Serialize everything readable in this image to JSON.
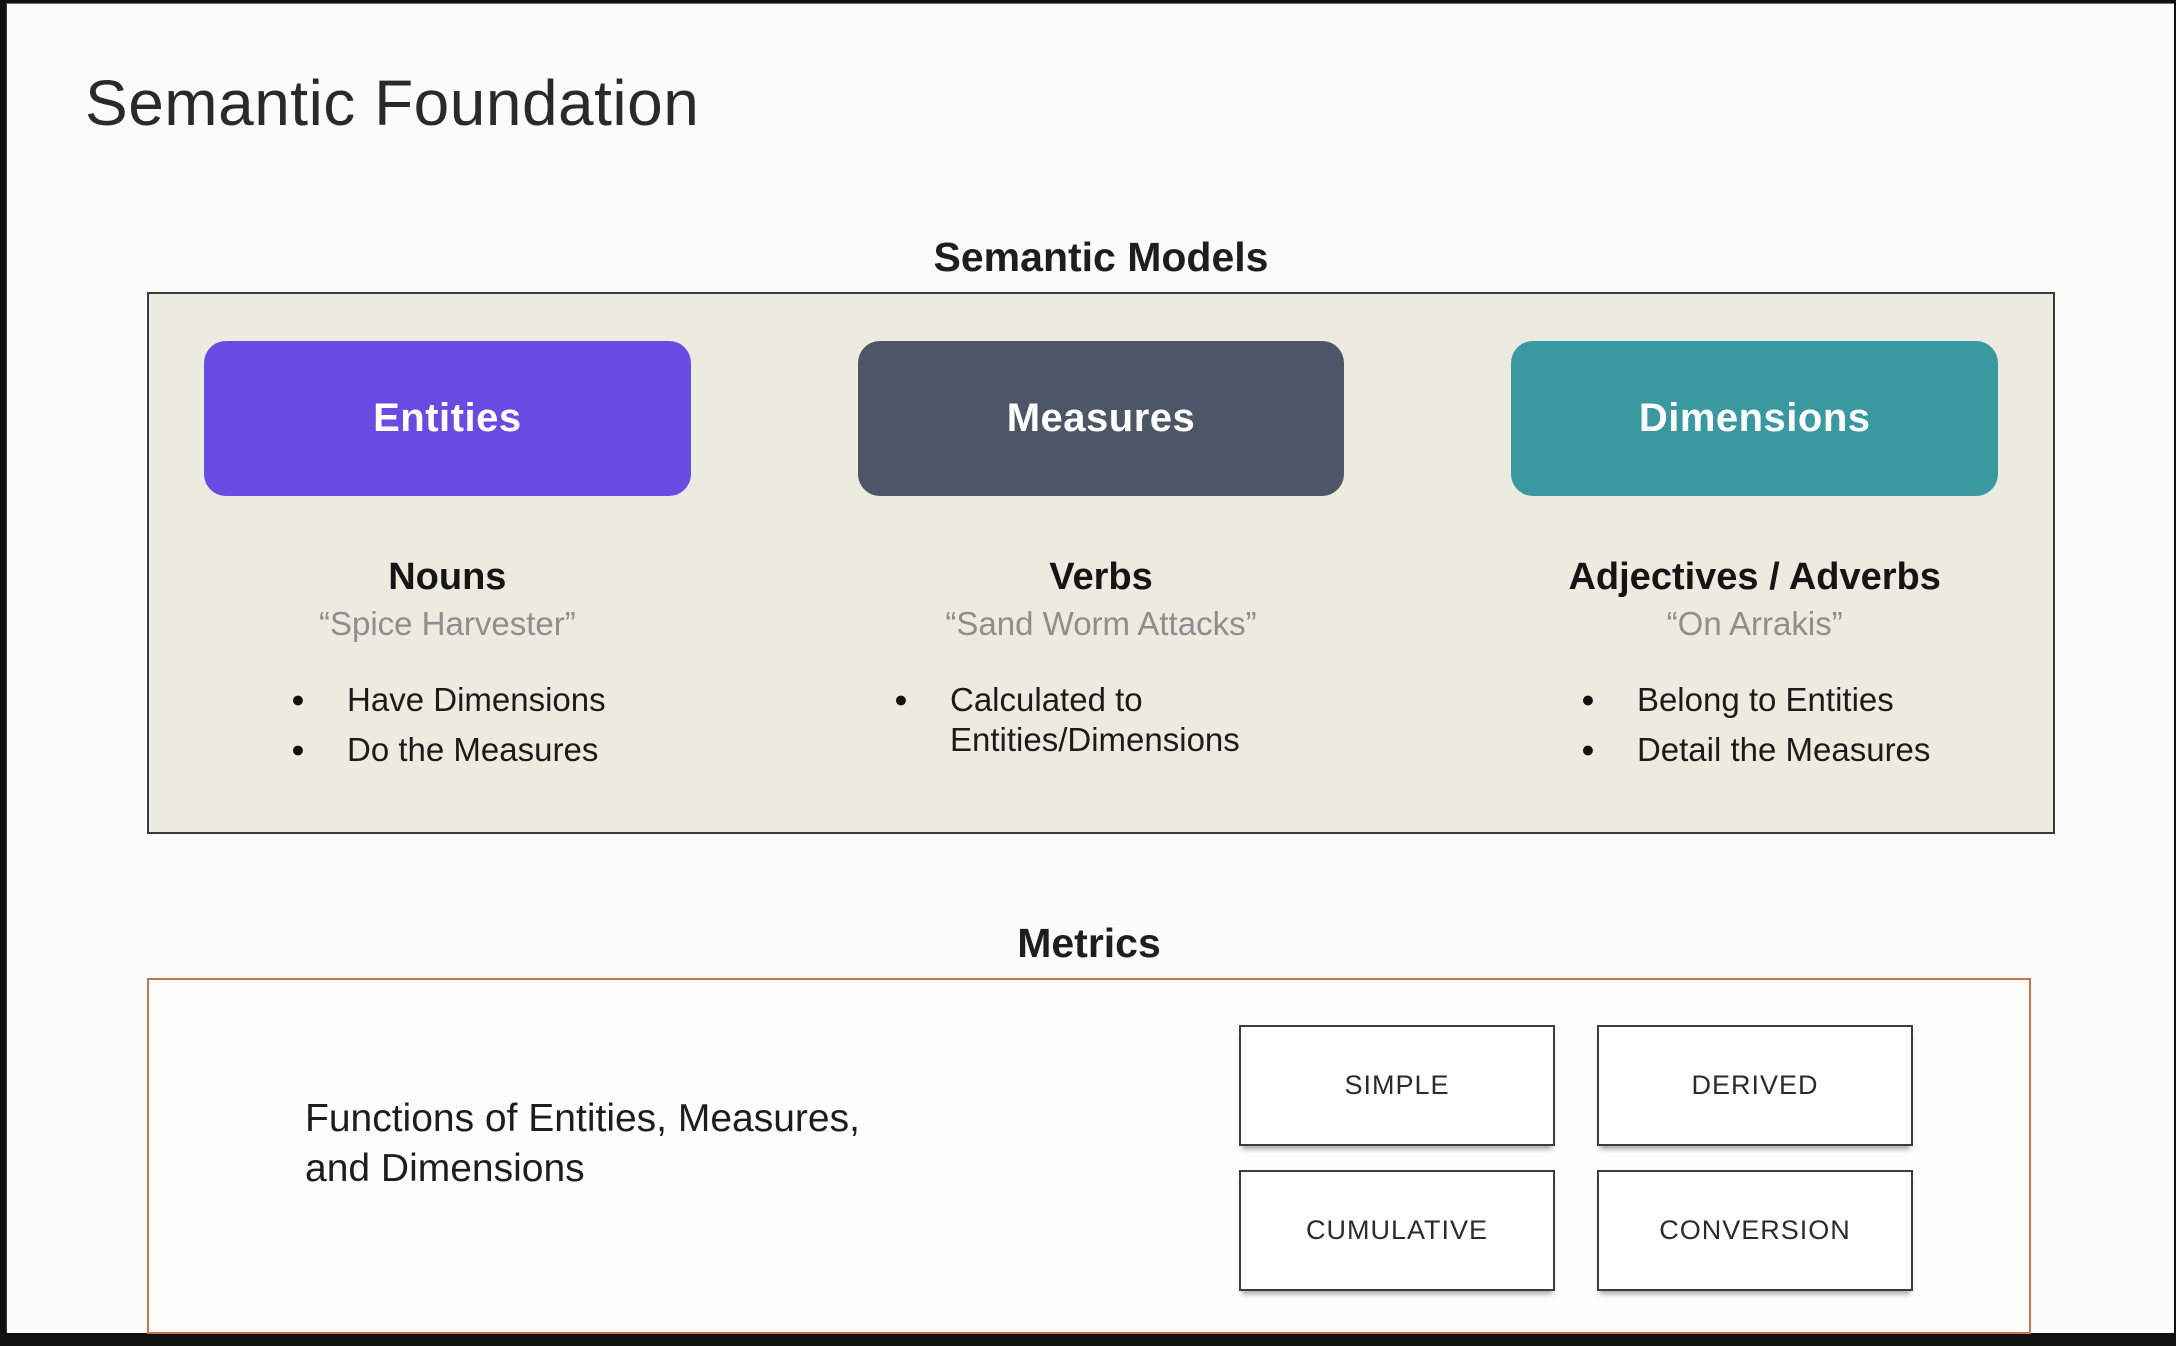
{
  "slide": {
    "title": "Semantic Foundation"
  },
  "semantic_models": {
    "heading": "Semantic Models",
    "panel_bg": "#ECEBE0",
    "columns": [
      {
        "name": "Entities",
        "color": "#6A4BE1",
        "role": "Nouns",
        "example": "“Spice Harvester”",
        "bullets": [
          "Have Dimensions",
          "Do the Measures"
        ]
      },
      {
        "name": "Measures",
        "color": "#4D5666",
        "role": "Verbs",
        "example": "“Sand Worm Attacks”",
        "bullets": [
          "Calculated to Entities/Dimensions"
        ]
      },
      {
        "name": "Dimensions",
        "color": "#3A99A0",
        "role": "Adjectives / Adverbs",
        "example": "“On Arrakis”",
        "bullets": [
          "Belong to Entities",
          "Detail the Measures"
        ]
      }
    ]
  },
  "metrics": {
    "heading": "Metrics",
    "border_color": "#C8744F",
    "description_lines": [
      "Functions of Entities, Measures,",
      "and Dimensions"
    ],
    "types": [
      "SIMPLE",
      "DERIVED",
      "CUMULATIVE",
      "CONVERSION"
    ]
  }
}
